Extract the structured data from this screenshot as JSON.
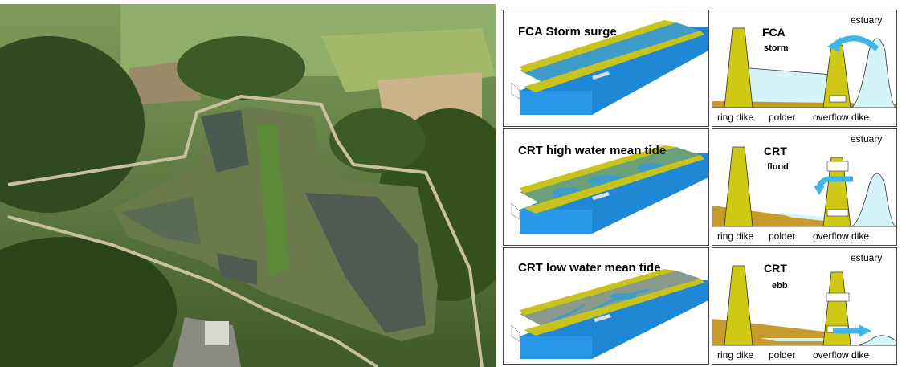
{
  "photo": {
    "alt": ""
  },
  "rows": [
    {
      "title": "FCA Storm surge",
      "mode": "FCA",
      "state": "storm"
    },
    {
      "title": "CRT high water mean tide",
      "mode": "CRT",
      "state": "flood"
    },
    {
      "title": "CRT low water mean tide",
      "mode": "CRT",
      "state": "ebb"
    }
  ],
  "labels": {
    "estuary": "estuary",
    "ring_dike": "ring dike",
    "polder": "polder",
    "overflow_dike": "overflow dike"
  },
  "colors": {
    "water": "#3a8fc8",
    "water_light": "#d4f4f8",
    "dike": "#cfc814",
    "soil": "#c79a2c",
    "arrow": "#3fb6e8"
  }
}
